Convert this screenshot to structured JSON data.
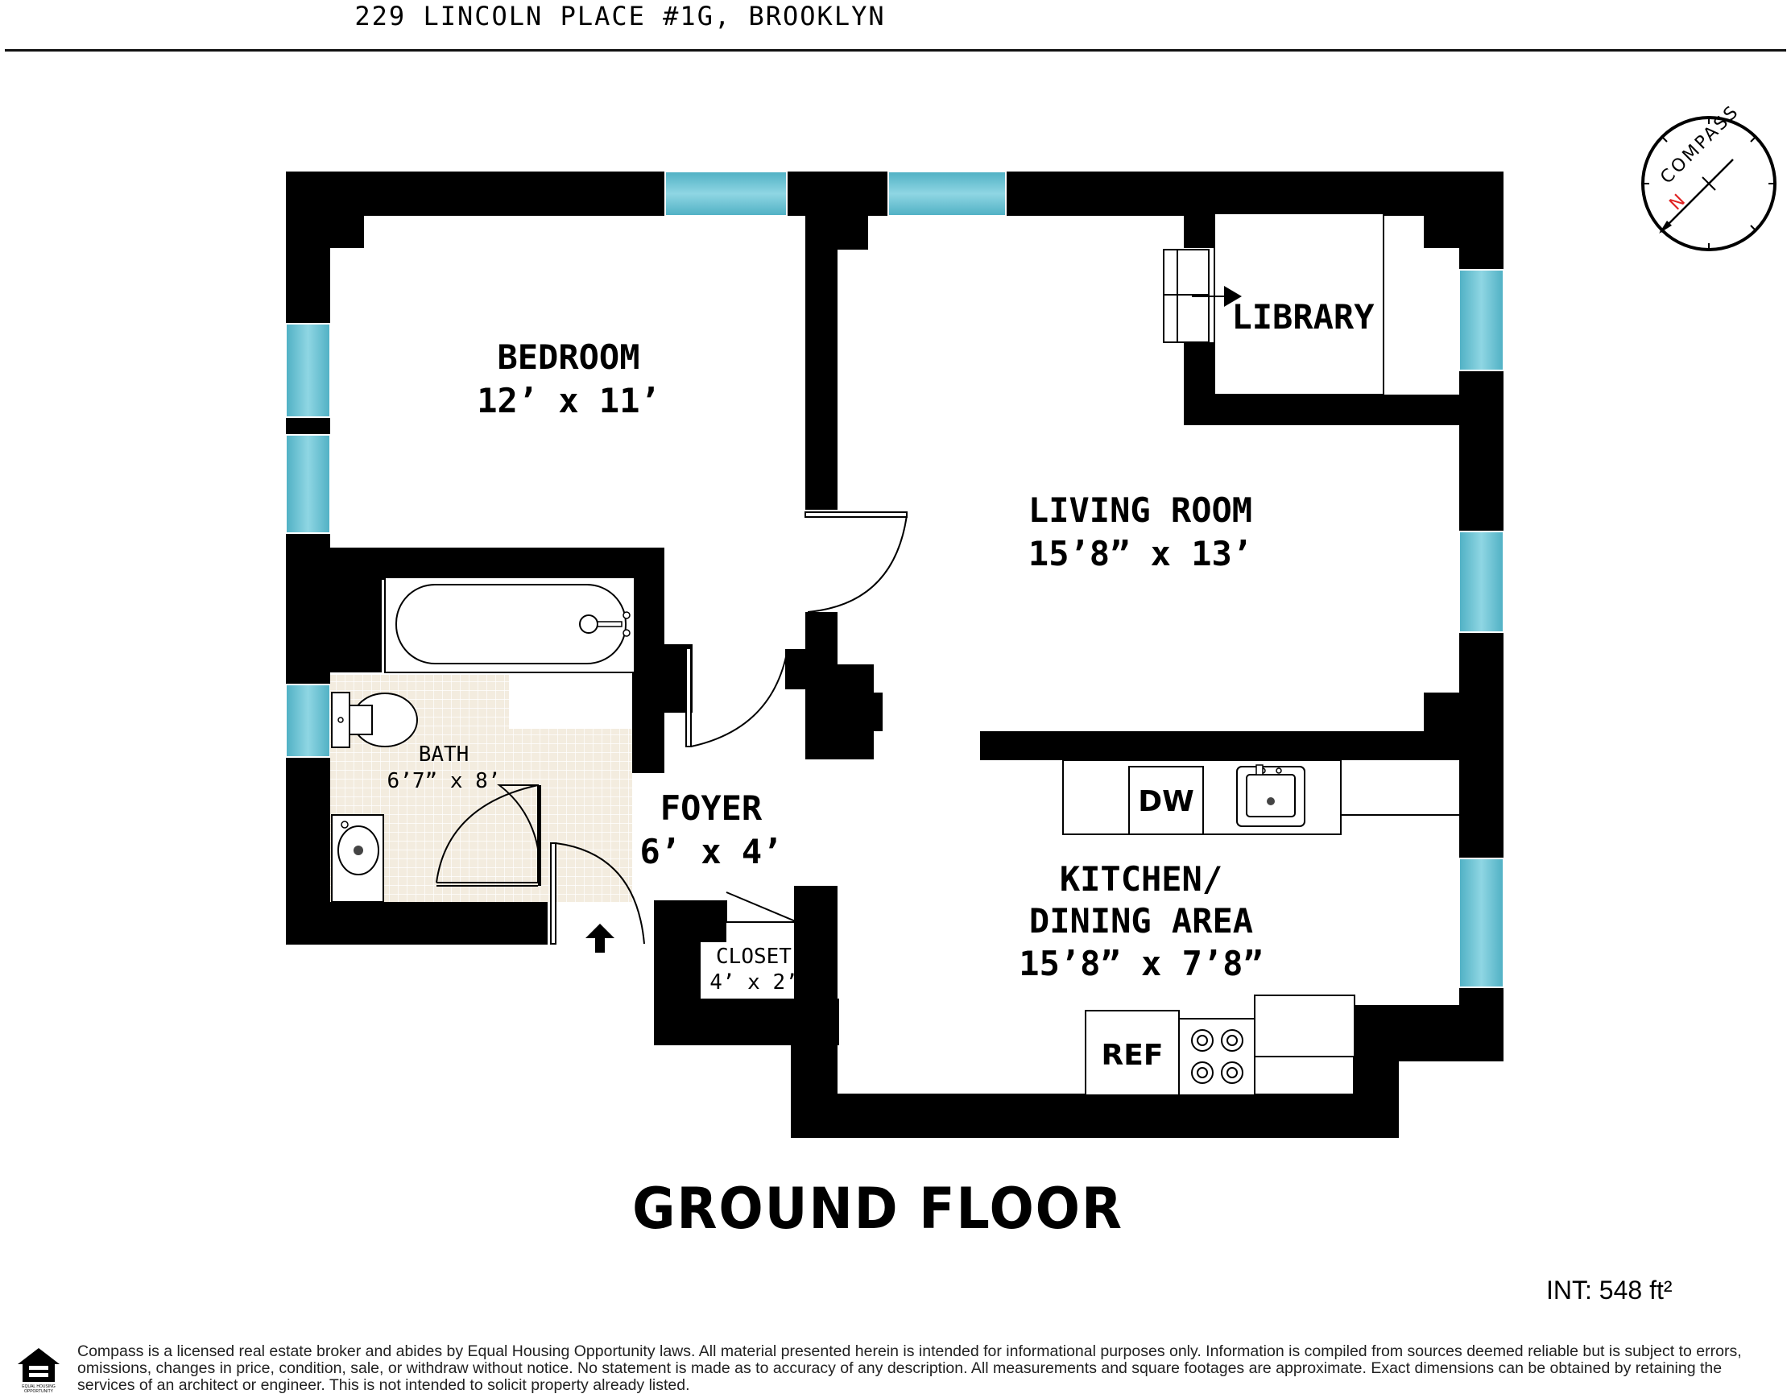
{
  "header": {
    "address": "229 LINCOLN PLACE #1G, BROOKLYN"
  },
  "compass": {
    "label": "COMPASS",
    "north": "N"
  },
  "rooms": {
    "bedroom": {
      "name": "BEDROOM",
      "dims": "12’ x 11’"
    },
    "living": {
      "name": "LIVING ROOM",
      "dims": "15’8” x 13’"
    },
    "library": {
      "name": "LIBRARY"
    },
    "bath": {
      "name": "BATH",
      "dims": "6’7” x 8’"
    },
    "foyer": {
      "name": "FOYER",
      "dims": "6’ x 4’"
    },
    "closet": {
      "name": "CLOSET",
      "dims": "4’ x 2’"
    },
    "kitchen": {
      "name_line1": "KITCHEN/",
      "name_line2": "DINING AREA",
      "dims": "15’8” x 7’8”"
    }
  },
  "appliances": {
    "dishwasher": "DW",
    "refrigerator": "REF"
  },
  "floor_title": "GROUND FLOOR",
  "interior_area": "INT: 548 ft²",
  "disclaimer": "Compass is a licensed real estate broker and abides by Equal Housing Opportunity laws. All material presented herein is intended for informational purposes only. Information is compiled from sources deemed reliable but is subject to errors, omissions, changes in price, condition, sale, or withdraw without notice. No statement is made as to accuracy of any description. All measurements and square footages are approximate. Exact dimensions can be obtained by retaining the services of an architect or engineer. This is not intended to solicit property already listed.",
  "eho_logo_text": "EQUAL HOUSING OPPORTUNITY",
  "colors": {
    "wall": "#000000",
    "window": "#6cc3d5",
    "tile": "#f3ecdf"
  }
}
